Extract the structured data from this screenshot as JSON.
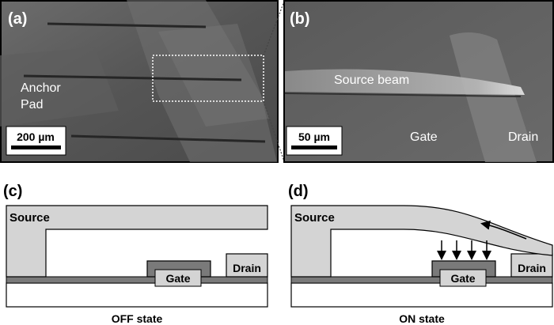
{
  "panels": {
    "a": {
      "label": "(a)",
      "anchor_line1": "Anchor",
      "anchor_line2": "Pad",
      "scale_bar": "200 µm"
    },
    "b": {
      "label": "(b)",
      "source_beam": "Source beam",
      "scale_bar": "50 µm",
      "gate": "Gate",
      "drain": "Drain"
    },
    "c": {
      "label": "(c)",
      "source": "Source",
      "gate": "Gate",
      "drain": "Drain",
      "caption": "OFF state"
    },
    "d": {
      "label": "(d)",
      "source": "Source",
      "gate": "Gate",
      "drain": "Drain",
      "caption": "ON state"
    }
  },
  "colors": {
    "sem_bg": "#5a5a5a",
    "frame": "#000000",
    "light_fill": "#d4d4d4",
    "dark_fill": "#7a7a7a",
    "text_white": "#ffffff"
  }
}
